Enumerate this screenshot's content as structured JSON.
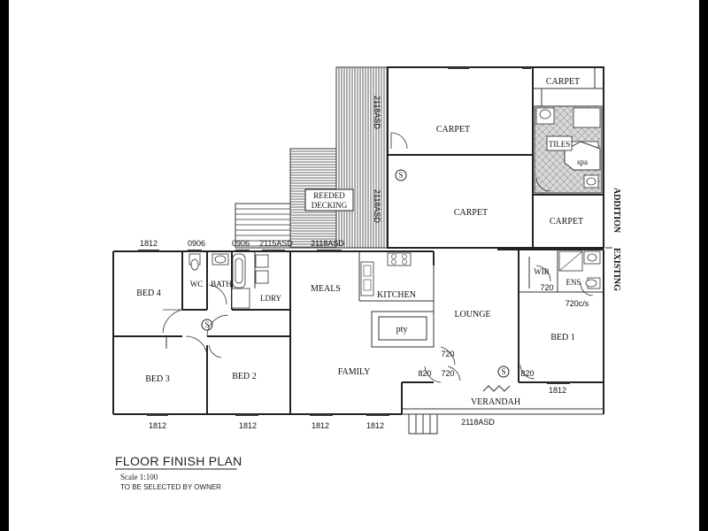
{
  "rooms": {
    "carpet_top_right": "CARPET",
    "carpet_upper": "CARPET",
    "carpet_mid": "CARPET",
    "carpet_side": "CARPET",
    "tiles": "TILES",
    "spa": "spa",
    "reeded_decking_1": "REEDED",
    "reeded_decking_2": "DECKING",
    "bed4": "BED 4",
    "wc": "WC",
    "bath": "BATH",
    "ldry": "LDRY",
    "meals": "MEALS",
    "kitchen": "KITCHEN",
    "pty": "pty",
    "lounge": "LOUNGE",
    "wir": "WIR",
    "ens": "ENS",
    "bed1": "BED 1",
    "bed3": "BED 3",
    "bed2": "BED 2",
    "family": "FAMILY",
    "verandah": "VERANDAH"
  },
  "side_labels": {
    "addition": "ADDITION",
    "existing": "EXISTING"
  },
  "symbols": {
    "s": "S"
  },
  "dimensions": {
    "d_1812_top": "1812",
    "d_0906_a": "0906",
    "d_0906_b": "0906",
    "d_2115asd": "2115ASD",
    "d_2118asd_top": "2118ASD",
    "d_2118asd_vert1": "2118ASD",
    "d_2118asd_vert2": "2118ASD",
    "d_720_wir": "720",
    "d_720cs": "720c/s",
    "d_720_hall": "720",
    "d_820_a": "820",
    "d_720_b": "720",
    "d_820_b": "820",
    "d_1812_bed1": "1812",
    "d_1812_b1": "1812",
    "d_1812_b2": "1812",
    "d_1812_b3": "1812",
    "d_1812_b4": "1812",
    "d_2118asd_bottom": "2118ASD"
  },
  "footer": {
    "title": "FLOOR FINISH PLAN",
    "scale": "Scale 1:100",
    "note": "TO BE SELECTED BY OWNER"
  }
}
